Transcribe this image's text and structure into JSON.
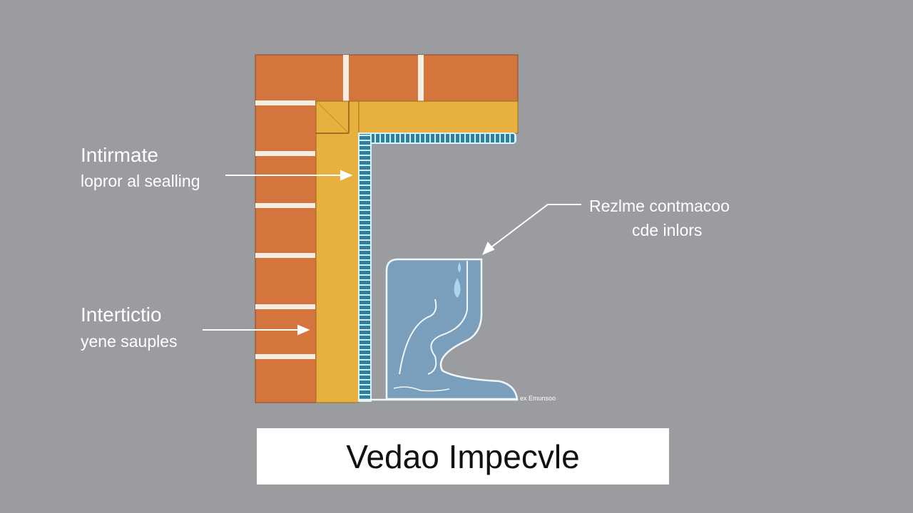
{
  "labels": {
    "top_left": {
      "line1": "Intirmate",
      "line2": "lopror al sealling"
    },
    "bottom_left": {
      "line1": "Intertictio",
      "line2": "yene sauples"
    },
    "right": {
      "line1": "Rezlme contmacoo",
      "line2": "cde inlors"
    },
    "tiny_note": "ex Emunsoo"
  },
  "caption": "Vedao Impecvle",
  "colors": {
    "background": "#9a9c9f",
    "brick": "#d5753e",
    "mortar": "#f5ece2",
    "wood": "#e8b13f",
    "seal": "#2f7f9e",
    "water": "#7a9fbd"
  }
}
